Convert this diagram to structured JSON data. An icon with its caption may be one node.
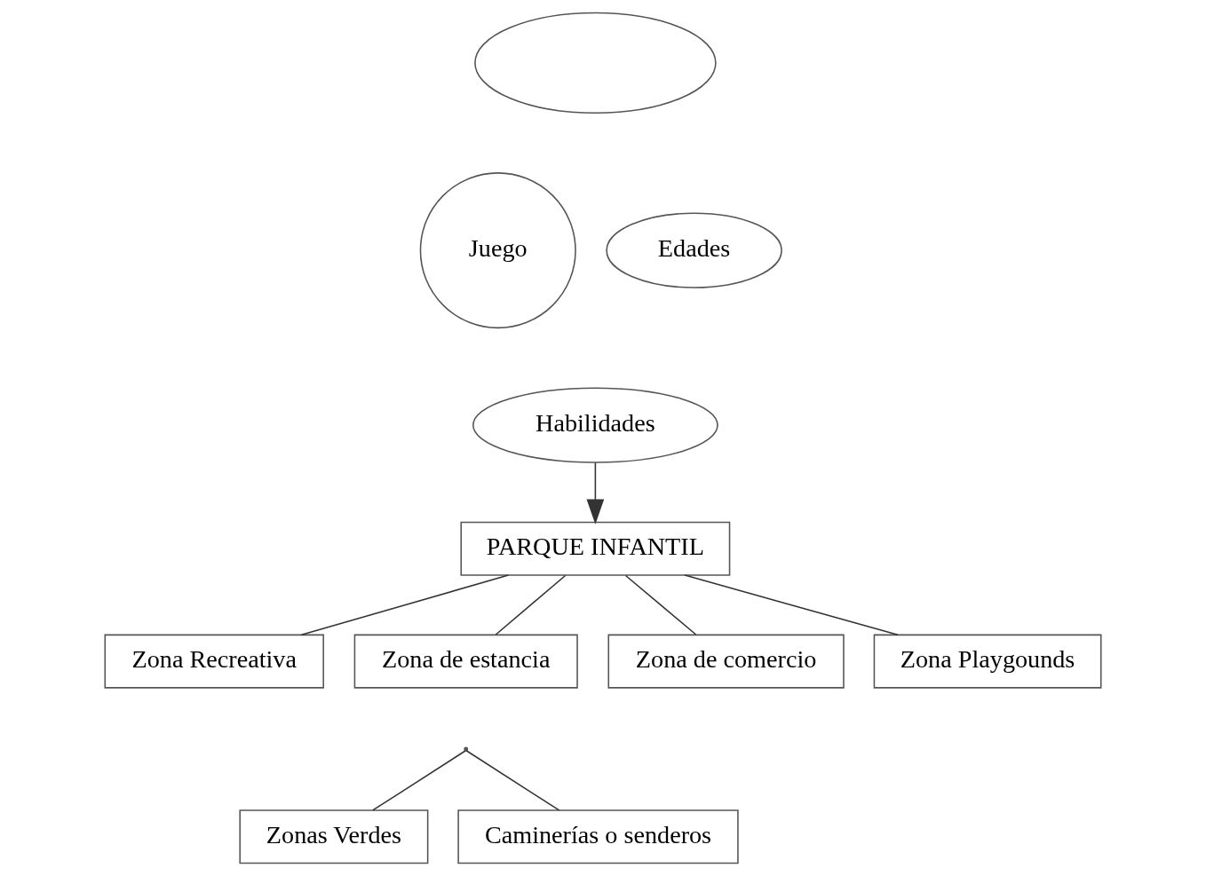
{
  "diagram": {
    "nodes": [
      {
        "text": [],
        "shape": "cloud"
      },
      {
        "text": [
          "Juego"
        ]
      },
      {
        "text": [
          "Edades"
        ]
      },
      {
        "text": [
          "Habilidades"
        ]
      },
      {
        "text": [
          "PARQUE INFANTIL"
        ]
      },
      {
        "text": [
          "Zona Recreativa"
        ]
      },
      {
        "text": [
          "Zona de estancia"
        ]
      },
      {
        "text": [
          "Zona de comercio"
        ]
      },
      {
        "text": [
          "Zona Playgounds"
        ]
      },
      {
        "text": [],
        "shape": "point"
      },
      {
        "text": [
          "Zonas Verdes"
        ]
      },
      {
        "text": [
          "Caminerías o senderos"
        ]
      }
    ],
    "edges": [
      {
        "from": 3,
        "to": 4,
        "arrow": "to"
      },
      {
        "from": 4,
        "to": 5,
        "arrow": "none"
      },
      {
        "from": 4,
        "to": 6,
        "arrow": "none"
      },
      {
        "from": 4,
        "to": 7,
        "arrow": "none"
      },
      {
        "from": 4,
        "to": 8,
        "arrow": "none"
      },
      {
        "from": 9,
        "to": 10,
        "arrow": "none"
      },
      {
        "from": 9,
        "to": 11,
        "arrow": "none"
      }
    ]
  }
}
